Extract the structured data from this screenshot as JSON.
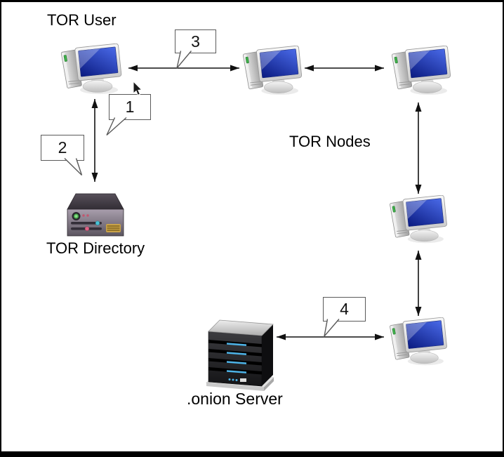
{
  "labels": {
    "tor_user": "TOR User",
    "tor_nodes": "TOR Nodes",
    "tor_directory": "TOR Directory",
    "onion_server": ".onion Server"
  },
  "callouts": [
    {
      "number": "1"
    },
    {
      "number": "2"
    },
    {
      "number": "3"
    },
    {
      "number": "4"
    }
  ],
  "nodes": [
    {
      "role": "tor-user",
      "icon": "desktop-computer-icon"
    },
    {
      "role": "tor-node-1",
      "icon": "desktop-computer-icon"
    },
    {
      "role": "tor-node-2",
      "icon": "desktop-computer-icon"
    },
    {
      "role": "tor-node-3",
      "icon": "desktop-computer-icon"
    },
    {
      "role": "tor-node-4",
      "icon": "desktop-computer-icon"
    },
    {
      "role": "tor-directory",
      "icon": "directory-server-icon"
    },
    {
      "role": "onion-server",
      "icon": "rack-server-icon"
    }
  ],
  "edges": [
    {
      "from": "tor-user",
      "to": "tor-node-1",
      "style": "double-arrow",
      "callouts": [
        "3"
      ]
    },
    {
      "from": "tor-node-1",
      "to": "tor-node-2",
      "style": "double-arrow",
      "callouts": []
    },
    {
      "from": "tor-user",
      "to": "tor-directory",
      "style": "double-arrow",
      "callouts": [
        "1",
        "2"
      ]
    },
    {
      "from": "tor-node-2",
      "to": "tor-node-3",
      "style": "double-arrow",
      "callouts": []
    },
    {
      "from": "tor-node-3",
      "to": "tor-node-4",
      "style": "double-arrow",
      "callouts": []
    },
    {
      "from": "onion-server",
      "to": "tor-node-4",
      "style": "double-arrow",
      "callouts": [
        "4"
      ]
    }
  ],
  "colors": {
    "background": "#ffffff",
    "frame": "#000000",
    "arrow": "#111111",
    "screen_blue": "#1c3ec4",
    "led_green": "#3fae4a",
    "led_cyan": "#49c2d6",
    "led_pink": "#dd6486",
    "vent_gold": "#caa348",
    "server_led_blue": "#4db4e8"
  },
  "cursor": {
    "type": "arrow-pointer"
  }
}
